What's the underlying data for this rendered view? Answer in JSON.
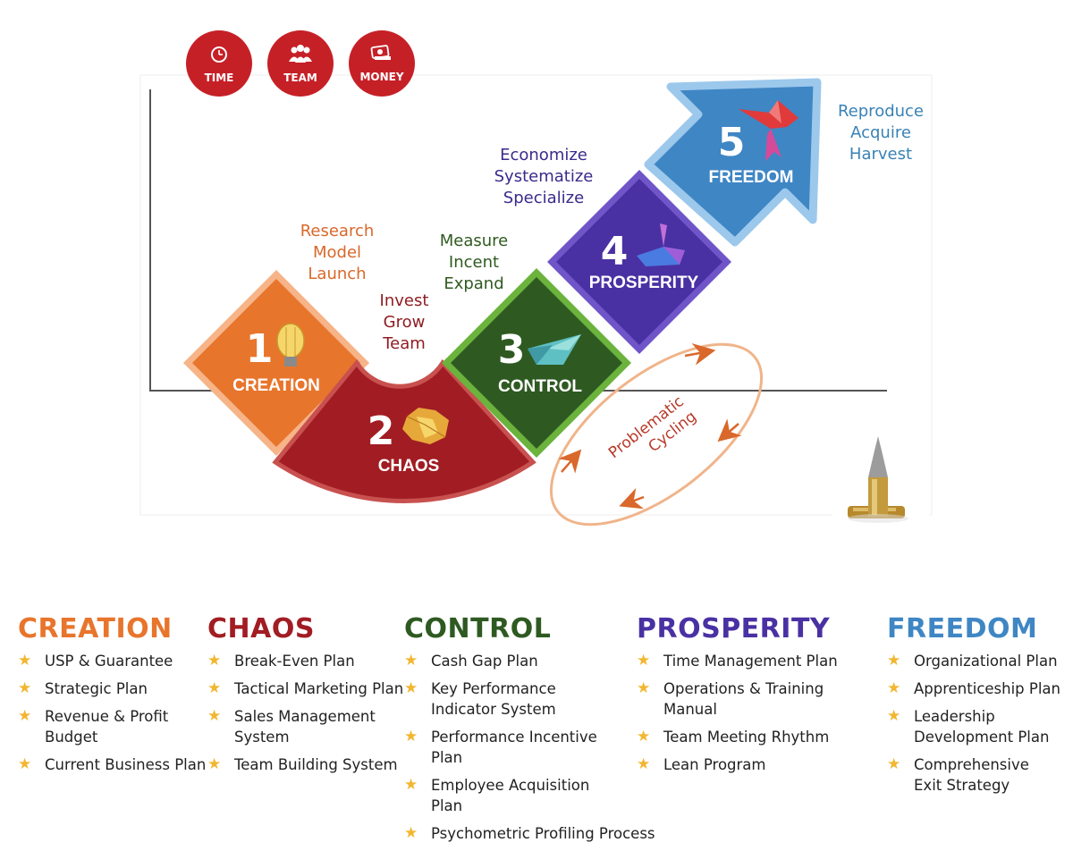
{
  "badges": [
    {
      "label": "TIME",
      "icon": "clock-icon"
    },
    {
      "label": "TEAM",
      "icon": "team-icon"
    },
    {
      "label": "MONEY",
      "icon": "money-icon"
    }
  ],
  "stages": [
    {
      "number": "1",
      "label": "CREATION",
      "color": "#e8752c",
      "icon": "lightbulb-icon"
    },
    {
      "number": "2",
      "label": "CHAOS",
      "color": "#a11d23",
      "icon": "crumpled-paper-icon"
    },
    {
      "number": "3",
      "label": "CONTROL",
      "color": "#2e5a22",
      "icon": "paper-boat-icon"
    },
    {
      "number": "4",
      "label": "PROSPERITY",
      "color": "#4a31a3",
      "icon": "paper-swan-icon"
    },
    {
      "number": "5",
      "label": "FREEDOM",
      "color": "#3f86c4",
      "icon": "paper-bird-icon"
    }
  ],
  "stage_notes": [
    {
      "lines": [
        "Research",
        "Model",
        "Launch"
      ],
      "color": "#d9682a"
    },
    {
      "lines": [
        "Invest",
        "Grow",
        "Team"
      ],
      "color": "#8f1d22"
    },
    {
      "lines": [
        "Measure",
        "Incent",
        "Expand"
      ],
      "color": "#2f5a1f"
    },
    {
      "lines": [
        "Economize",
        "Systematize",
        "Specialize"
      ],
      "color": "#3b2a8c"
    },
    {
      "lines": [
        "Reproduce",
        "Acquire",
        "Harvest"
      ],
      "color": "#3a82b5"
    }
  ],
  "cycle": {
    "lines": [
      "Problematic",
      "Cycling"
    ],
    "color": "#b83a2a"
  },
  "columns": [
    {
      "heading": "CREATION",
      "color": "#e8752c",
      "items": [
        "USP & Guarantee",
        "Strategic Plan",
        "Revenue & Profit Budget",
        "Current Business Plan"
      ]
    },
    {
      "heading": "CHAOS",
      "color": "#a11d23",
      "items": [
        "Break-Even Plan",
        "Tactical Marketing Plan",
        "Sales Management System",
        "Team Building System"
      ]
    },
    {
      "heading": "CONTROL",
      "color": "#2e5a22",
      "items": [
        "Cash Gap Plan",
        "Key Performance Indicator System",
        "Performance Incentive Plan",
        "Employee Acquisition Plan",
        "Psychometric Profiling Process"
      ]
    },
    {
      "heading": "PROSPERITY",
      "color": "#4a31a3",
      "items": [
        "Time Management Plan",
        "Operations & Training Manual",
        "Team Meeting Rhythm",
        "Lean Program"
      ]
    },
    {
      "heading": "FREEDOM",
      "color": "#3f86c4",
      "items": [
        "Organizational Plan",
        "Apprenticeship Plan",
        "Leadership Development Plan",
        "Comprehensive Exit Strategy"
      ]
    }
  ]
}
